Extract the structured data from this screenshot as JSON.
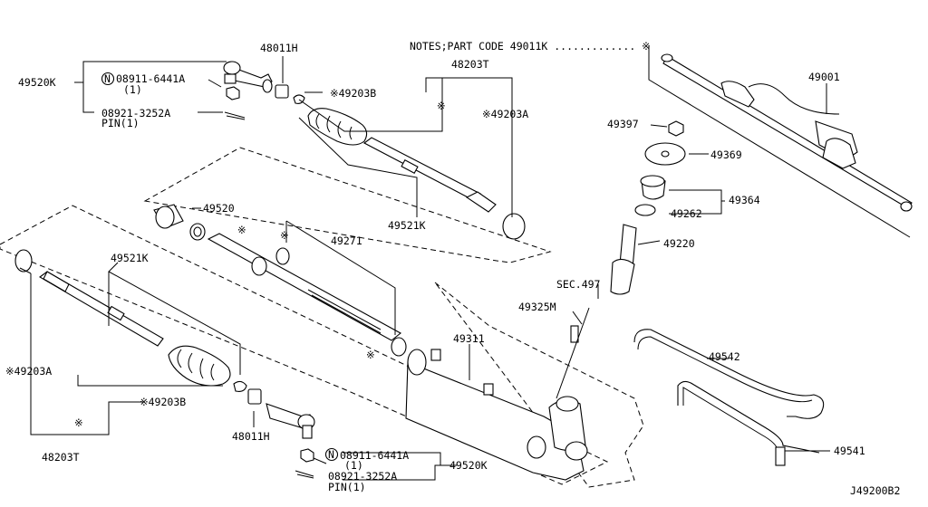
{
  "notes": "NOTES;PART CODE  49011K ............. ※",
  "diagram_id": "J49200B2",
  "sec_label": "SEC.497",
  "labels": {
    "p49520K_top": "49520K",
    "p08911_top": "08911-6441A",
    "qty1_top": "(1)",
    "p08921_top": "08921-3252A",
    "pin_top": "PIN(1)",
    "p48011H_top": "48011H",
    "p49203B_top": "※49203B",
    "p48203T_top": "48203T",
    "p49203A_top": "※49203A",
    "p49521K_top": "49521K",
    "p49520": "49520",
    "star_49520": "※",
    "star_48203T_top": "※",
    "p49271": "49271",
    "star_49271_a": "※",
    "star_49271_b": "※",
    "p49521K_left": "49521K",
    "p49203A_left": "※49203A",
    "p49203B_left": "※49203B",
    "star_48203T_left": "※",
    "p48203T_bottom": "48203T",
    "p48011H_bottom": "48011H",
    "p08911_bottom": "08911-6441A",
    "qty1_bottom": "(1)",
    "p08921_bottom": "08921-3252A",
    "pin_bottom": "PIN(1)",
    "p49520K_bottom": "49520K",
    "p49001": "49001",
    "p49397": "49397",
    "p49369": "49369",
    "p49364": "49364",
    "p49262": "49262",
    "p49220": "49220",
    "p49325M": "49325M",
    "p49311": "49311",
    "p49542": "49542",
    "p49541": "49541",
    "n_circle": "N"
  },
  "colors": {
    "ink": "#000000",
    "paper": "#ffffff"
  }
}
